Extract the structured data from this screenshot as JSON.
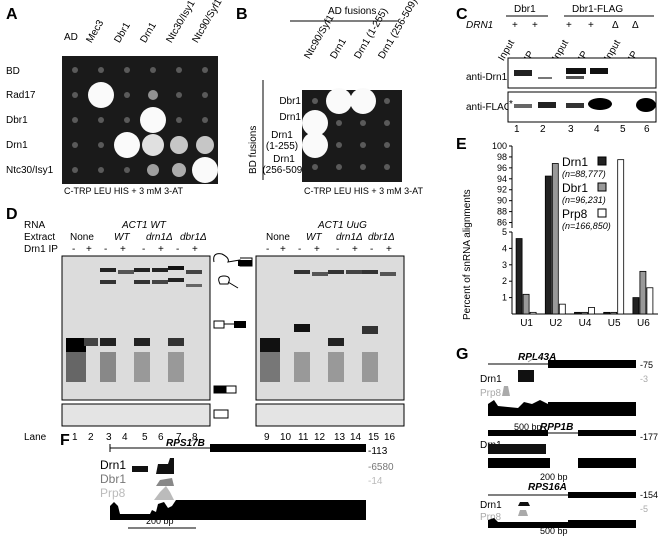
{
  "panels": {
    "A": "A",
    "B": "B",
    "C": "C",
    "D": "D",
    "E": "E",
    "F": "F",
    "G": "G"
  },
  "panelA": {
    "columns": [
      "AD",
      "Mec3",
      "Dbr1",
      "Drn1",
      "Ntc30/Isy1",
      "Ntc90/Syf1"
    ],
    "rows": [
      "BD",
      "Rad17",
      "Dbr1",
      "Drn1",
      "Ntc30/Isy1"
    ],
    "growth": [
      [
        0,
        0,
        0,
        0,
        0,
        0
      ],
      [
        0,
        1,
        0,
        0.2,
        0,
        0
      ],
      [
        0,
        0,
        0,
        1,
        0,
        0
      ],
      [
        0,
        0,
        1,
        0.8,
        0.6,
        0.6
      ],
      [
        0,
        0,
        0,
        0.3,
        0.4,
        1
      ]
    ],
    "caption": "C-TRP LEU HIS + 3 mM 3-AT"
  },
  "panelB": {
    "header": "AD fusions",
    "columns": [
      "Ntc90/Syf1",
      "Drn1",
      "Drn1 (1-255)",
      "Drn1 (256-509)"
    ],
    "side_label": "BD fusions",
    "rows": [
      "Dbr1",
      "Drn1",
      "Drn1\n(1-255)",
      "Drn1\n(256-509)"
    ],
    "growth": [
      [
        0,
        1,
        1,
        0
      ],
      [
        1,
        0,
        0,
        0
      ],
      [
        1,
        0,
        0,
        0
      ],
      [
        0,
        0,
        0,
        0
      ]
    ],
    "caption": "C-TRP LEU HIS + 3 mM 3-AT"
  },
  "panelC": {
    "groups": [
      "Dbr1",
      "Dbr1-FLAG"
    ],
    "drn1_label": "DRN1",
    "genotype": [
      "+",
      "+",
      "+",
      "+",
      "Δ",
      "Δ"
    ],
    "lanes_top": [
      "Input",
      "IP",
      "Input",
      "IP",
      "Input",
      "IP"
    ],
    "rows": [
      "anti-Drn1",
      "anti-FLAG"
    ],
    "lane_numbers": [
      "1",
      "2",
      "3",
      "4",
      "5",
      "6"
    ],
    "star": "*"
  },
  "panelD": {
    "rna_label": "RNA",
    "extract_label": "Extract",
    "ip_label": "Drn1 IP",
    "left_title": "ACT1 WT",
    "right_title": "ACT1 UuG",
    "extracts": [
      "None",
      "WT",
      "drn1Δ",
      "dbr1Δ"
    ],
    "ip_signs": [
      "-",
      "+",
      "-",
      "+",
      "-",
      "+",
      "-",
      "+"
    ],
    "lane_label": "Lane",
    "lanes_left": [
      "1",
      "2",
      "3",
      "4",
      "5",
      "6",
      "7",
      "8"
    ],
    "lanes_right": [
      "9",
      "10",
      "11",
      "12",
      "13",
      "14",
      "15",
      "16"
    ]
  },
  "panelE": {
    "ylabel": "Percent of snRNA alignments",
    "chart_data": {
      "type": "bar",
      "categories": [
        "U1",
        "U2",
        "U4",
        "U5",
        "U6"
      ],
      "yticks_lower": [
        "1",
        "2",
        "3",
        "4",
        "5"
      ],
      "yticks_upper": [
        "86",
        "88",
        "90",
        "92",
        "94",
        "96",
        "98",
        "100"
      ],
      "series": [
        {
          "name": "Drn1",
          "n": "(n=88,777)",
          "color": "#222222",
          "values": [
            4.6,
            94.5,
            0.1,
            0.1,
            1.0
          ]
        },
        {
          "name": "Dbr1",
          "n": "(n=96,231)",
          "color": "#999999",
          "values": [
            1.2,
            96.8,
            0.1,
            0.1,
            2.6
          ]
        },
        {
          "name": "Prp8",
          "n": "(n=166,850)",
          "color": "#ffffff",
          "values": [
            0.1,
            0.6,
            0.4,
            97.5,
            1.6
          ]
        }
      ]
    }
  },
  "panelF": {
    "gene": "RPS17B",
    "tracks": [
      "Drn1",
      "Dbr1",
      "Prp8"
    ],
    "values": [
      "-113",
      "-6580",
      "-14"
    ],
    "scale": "200 bp"
  },
  "panelG": {
    "genes": [
      {
        "gene": "RPL43A",
        "tracks": [
          "Drn1",
          "Prp8"
        ],
        "values": [
          "-75",
          "-3"
        ],
        "scale": "500 bp"
      },
      {
        "gene": "RPP1B",
        "tracks": [
          "Drn1"
        ],
        "values": [
          "-177"
        ],
        "scale": "200 bp"
      },
      {
        "gene": "RPS16A",
        "tracks": [
          "Drn1",
          "Prp8"
        ],
        "values": [
          "-154",
          "-5"
        ],
        "scale": "500 bp"
      }
    ]
  },
  "colors": {
    "plate": "#1a1a1a",
    "gel": "#dcdcdc",
    "grey_track": "#9a9a9a"
  }
}
